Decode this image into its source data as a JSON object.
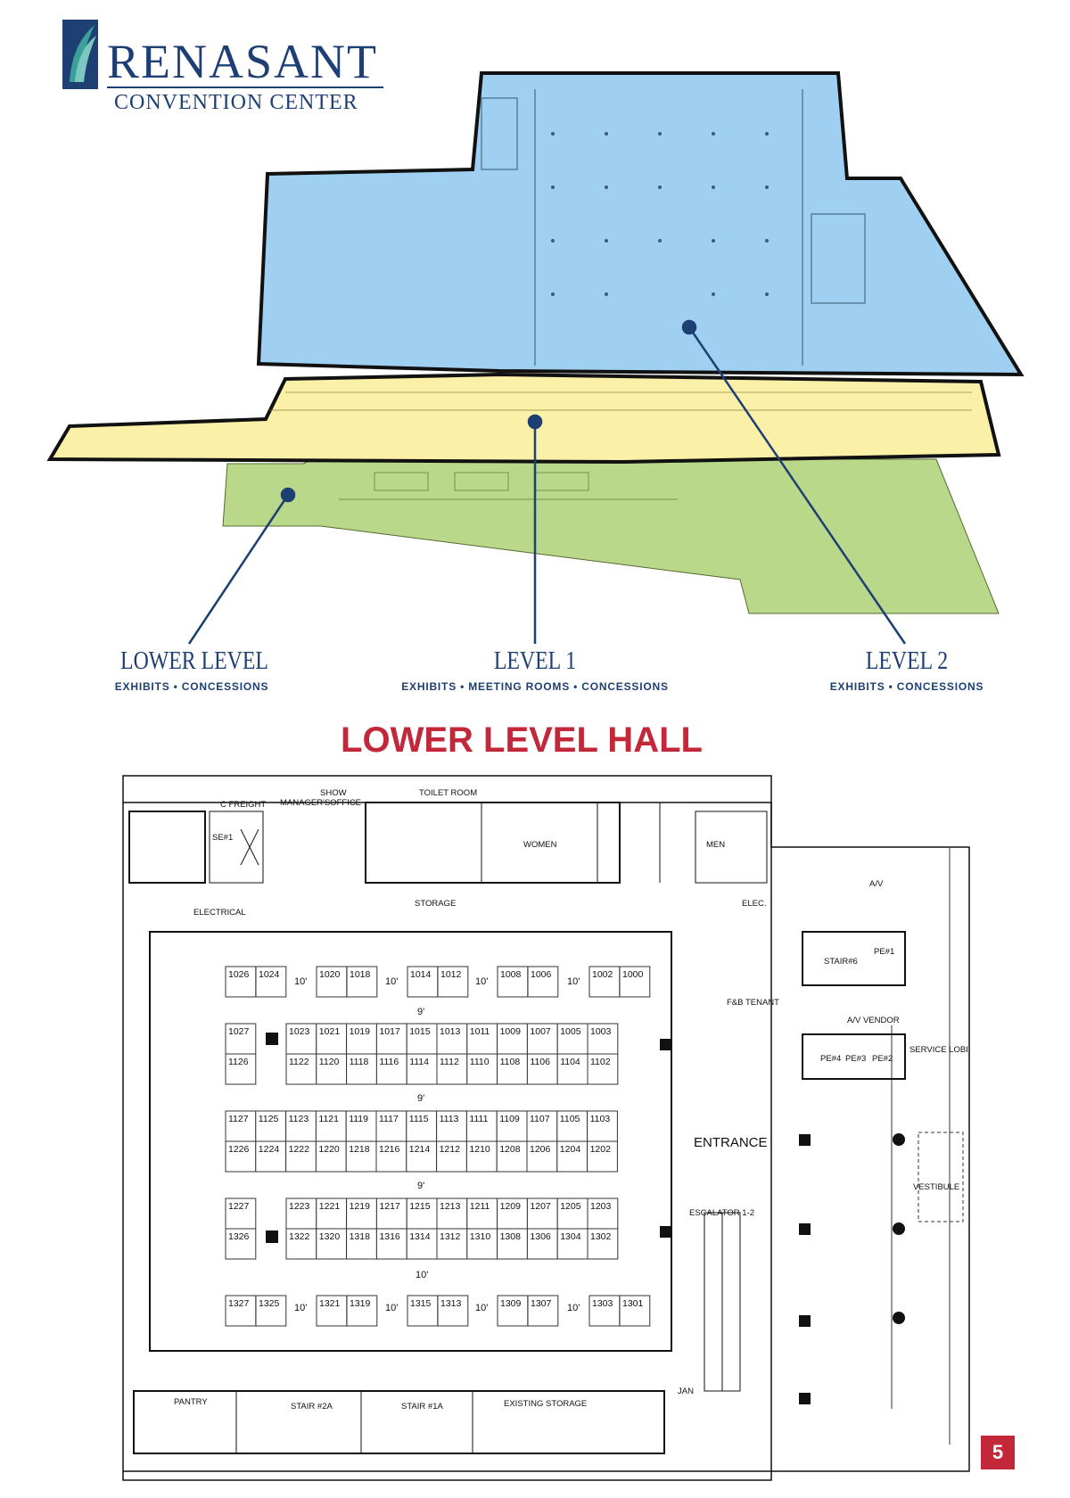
{
  "brand": {
    "name": "RENASANT",
    "subtitle": "CONVENTION CENTER",
    "colors": {
      "navy": "#1d3f73",
      "teal": "#2a8c8c",
      "red": "#c3283a"
    }
  },
  "levels": [
    {
      "title": "LOWER LEVEL",
      "subtitle": "EXHIBITS • CONCESSIONS",
      "color": "#b9d88a"
    },
    {
      "title": "LEVEL 1",
      "subtitle": "EXHIBITS • MEETING ROOMS • CONCESSIONS",
      "color": "#fbf0a8"
    },
    {
      "title": "LEVEL 2",
      "subtitle": "EXHIBITS • CONCESSIONS",
      "color": "#9fd0f2"
    }
  ],
  "hall": {
    "title": "LOWER LEVEL HALL",
    "labels": {
      "show_manager": "SHOW MANAGER'S OFFICE",
      "show": "SHOW",
      "manager": "MANAGER'SOFFICE",
      "toilet_room": "TOILET ROOM",
      "c_freight": "C FREIGHT",
      "se1": "SE#1",
      "women": "WOMEN",
      "men": "MEN",
      "electrical": "ELECTRICAL",
      "storage": "STORAGE",
      "elec": "ELEC.",
      "av": "A/V",
      "stair6": "STAIR#6",
      "pe1": "PE#1",
      "fb_tenant": "F&B TENANT",
      "av_vendor": "A/V VENDOR",
      "service_lobby": "SERVICE LOBI",
      "pe4": "PE#4",
      "pe3": "PE#3",
      "pe2": "PE#2",
      "entrance": "ENTRANCE",
      "vestibule": "VESTIBULE",
      "escalator": "ESCALATOR 1-2",
      "pantry": "PANTRY",
      "stair2a": "STAIR #2A",
      "stair1a": "STAIR #1A",
      "existing_storage": "EXISTING STORAGE",
      "jan": "JAN"
    },
    "aisle_labels": {
      "ten": "10'",
      "nine": "9'"
    },
    "booths": {
      "top_row": [
        "1026",
        "1024",
        "1020",
        "1018",
        "1014",
        "1012",
        "1008",
        "1006",
        "1002",
        "1000"
      ],
      "row_a_left": [
        "1027",
        "1126"
      ],
      "row_a_top": [
        "1023",
        "1021",
        "1019",
        "1017",
        "1015",
        "1013",
        "1011",
        "1009",
        "1007",
        "1005",
        "1003"
      ],
      "row_a_bottom": [
        "1122",
        "1120",
        "1118",
        "1116",
        "1114",
        "1112",
        "1110",
        "1108",
        "1106",
        "1104",
        "1102"
      ],
      "row_b_top": [
        "1127",
        "1125",
        "1123",
        "1121",
        "1119",
        "1117",
        "1115",
        "1113",
        "1111",
        "1109",
        "1107",
        "1105",
        "1103"
      ],
      "row_b_bottom": [
        "1226",
        "1224",
        "1222",
        "1220",
        "1218",
        "1216",
        "1214",
        "1212",
        "1210",
        "1208",
        "1206",
        "1204",
        "1202"
      ],
      "row_c_left": [
        "1227",
        "1326"
      ],
      "row_c_top": [
        "1223",
        "1221",
        "1219",
        "1217",
        "1215",
        "1213",
        "1211",
        "1209",
        "1207",
        "1205",
        "1203"
      ],
      "row_c_bottom": [
        "1322",
        "1320",
        "1318",
        "1316",
        "1314",
        "1312",
        "1310",
        "1308",
        "1306",
        "1304",
        "1302"
      ],
      "bottom_row": [
        "1327",
        "1325",
        "1321",
        "1319",
        "1315",
        "1313",
        "1309",
        "1307",
        "1303",
        "1301"
      ]
    }
  },
  "page_number": "5"
}
